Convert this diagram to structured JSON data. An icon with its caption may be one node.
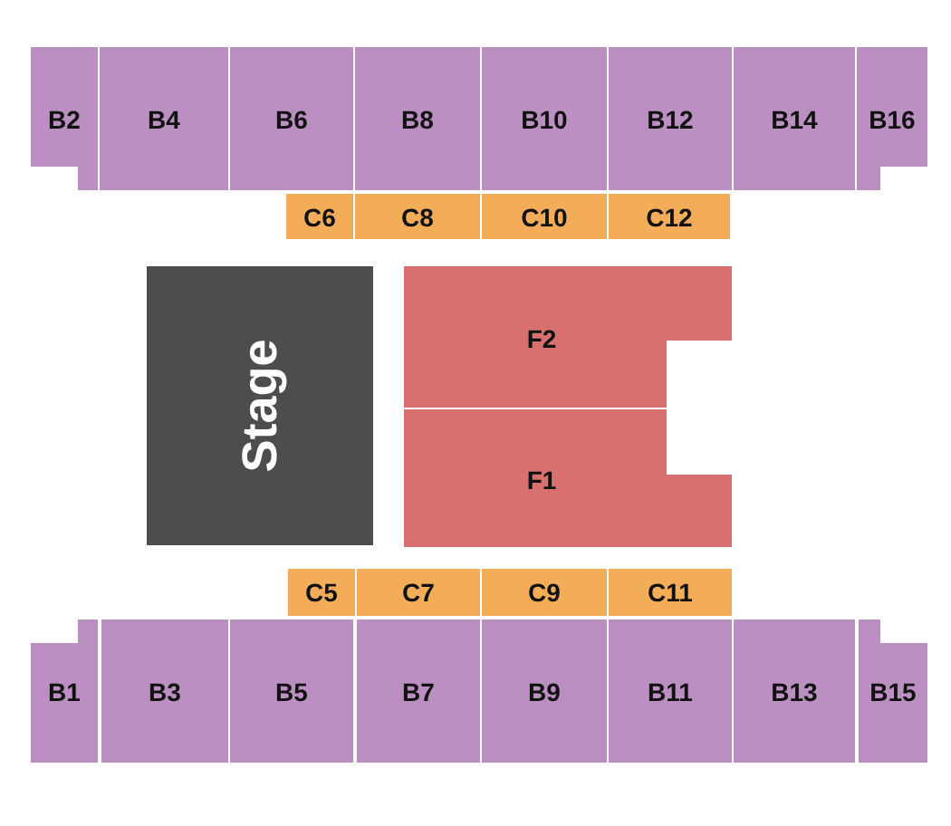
{
  "diagram": {
    "nodes": [
      {
        "text": [
          "B2"
        ]
      },
      {
        "text": [
          "B4"
        ]
      },
      {
        "text": [
          "B6"
        ]
      },
      {
        "text": [
          "B8"
        ]
      },
      {
        "text": [
          "B10"
        ]
      },
      {
        "text": [
          "B12"
        ]
      },
      {
        "text": [
          "B14"
        ]
      },
      {
        "text": [
          "B16"
        ]
      },
      {
        "text": [
          "C6"
        ]
      },
      {
        "text": [
          "C8"
        ]
      },
      {
        "text": [
          "C10"
        ]
      },
      {
        "text": [
          "C12"
        ]
      },
      {
        "text": [
          "Stage"
        ]
      },
      {
        "text": [
          "F2"
        ]
      },
      {
        "text": [
          "F1"
        ]
      },
      {
        "text": [
          "C5"
        ]
      },
      {
        "text": [
          "C7"
        ]
      },
      {
        "text": [
          "C9"
        ]
      },
      {
        "text": [
          "C11"
        ]
      },
      {
        "text": [
          "B1"
        ]
      },
      {
        "text": [
          "B3"
        ]
      },
      {
        "text": [
          "B5"
        ]
      },
      {
        "text": [
          "B7"
        ]
      },
      {
        "text": [
          "B9"
        ]
      },
      {
        "text": [
          "B11"
        ]
      },
      {
        "text": [
          "B13"
        ]
      },
      {
        "text": [
          "B15"
        ]
      }
    ]
  }
}
